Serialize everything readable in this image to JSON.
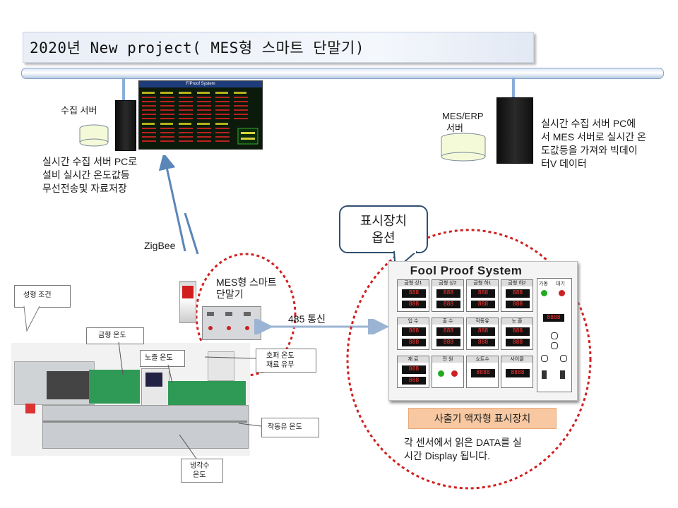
{
  "title": "2020년 New project( MES형 스마트 단말기)",
  "collect_server": {
    "label": "수집 서버",
    "desc": [
      "실시간  수집 서버 PC로",
      "설비 실시간 온도값등",
      "무선전송및  자료저장"
    ],
    "monitor_title": "F/Proof System"
  },
  "mes_server": {
    "label": [
      "MES/ERP",
      "서버"
    ],
    "desc": [
      "실시간  수집 서버 PC에",
      "서 MES 서버로 실시간 온",
      "도값등을 가져와  빅데이",
      "터V 데이터"
    ]
  },
  "zigbee_label": "ZigBee",
  "terminal_label": [
    "MES형 스마트",
    "단말기"
  ],
  "comm_label": "485 통신",
  "option_bubble": [
    "표시장치",
    "옵션"
  ],
  "display_label": "사출기 액자형 표시장치",
  "display_desc": [
    "각 센서에서 읽은 DATA를 실",
    "시간 Display 됩니다."
  ],
  "fool_proof": {
    "title": "Fool Proof System",
    "cells": [
      "금형 상1",
      "금형 상2",
      "금형 하1",
      "금형 하2",
      "입 수",
      "출 수",
      "작동유",
      "노 즐",
      "재 료",
      "전 원",
      "쇼트수",
      "사이클"
    ],
    "side_labels": [
      "가동",
      "대기"
    ]
  },
  "callouts": {
    "molding": "성형 조건",
    "mold_temp": "금형 온도",
    "nozzle_temp": "노즐 온도",
    "hopper": [
      "호퍼 온도",
      "재료 유무"
    ],
    "oil_temp": "작동유 온도",
    "coolant": [
      "냉각수",
      "온도"
    ]
  },
  "colors": {
    "dashed_circle": "#d02020",
    "arrow": "#5b86b8",
    "label_fill": "#f7c8a2"
  }
}
